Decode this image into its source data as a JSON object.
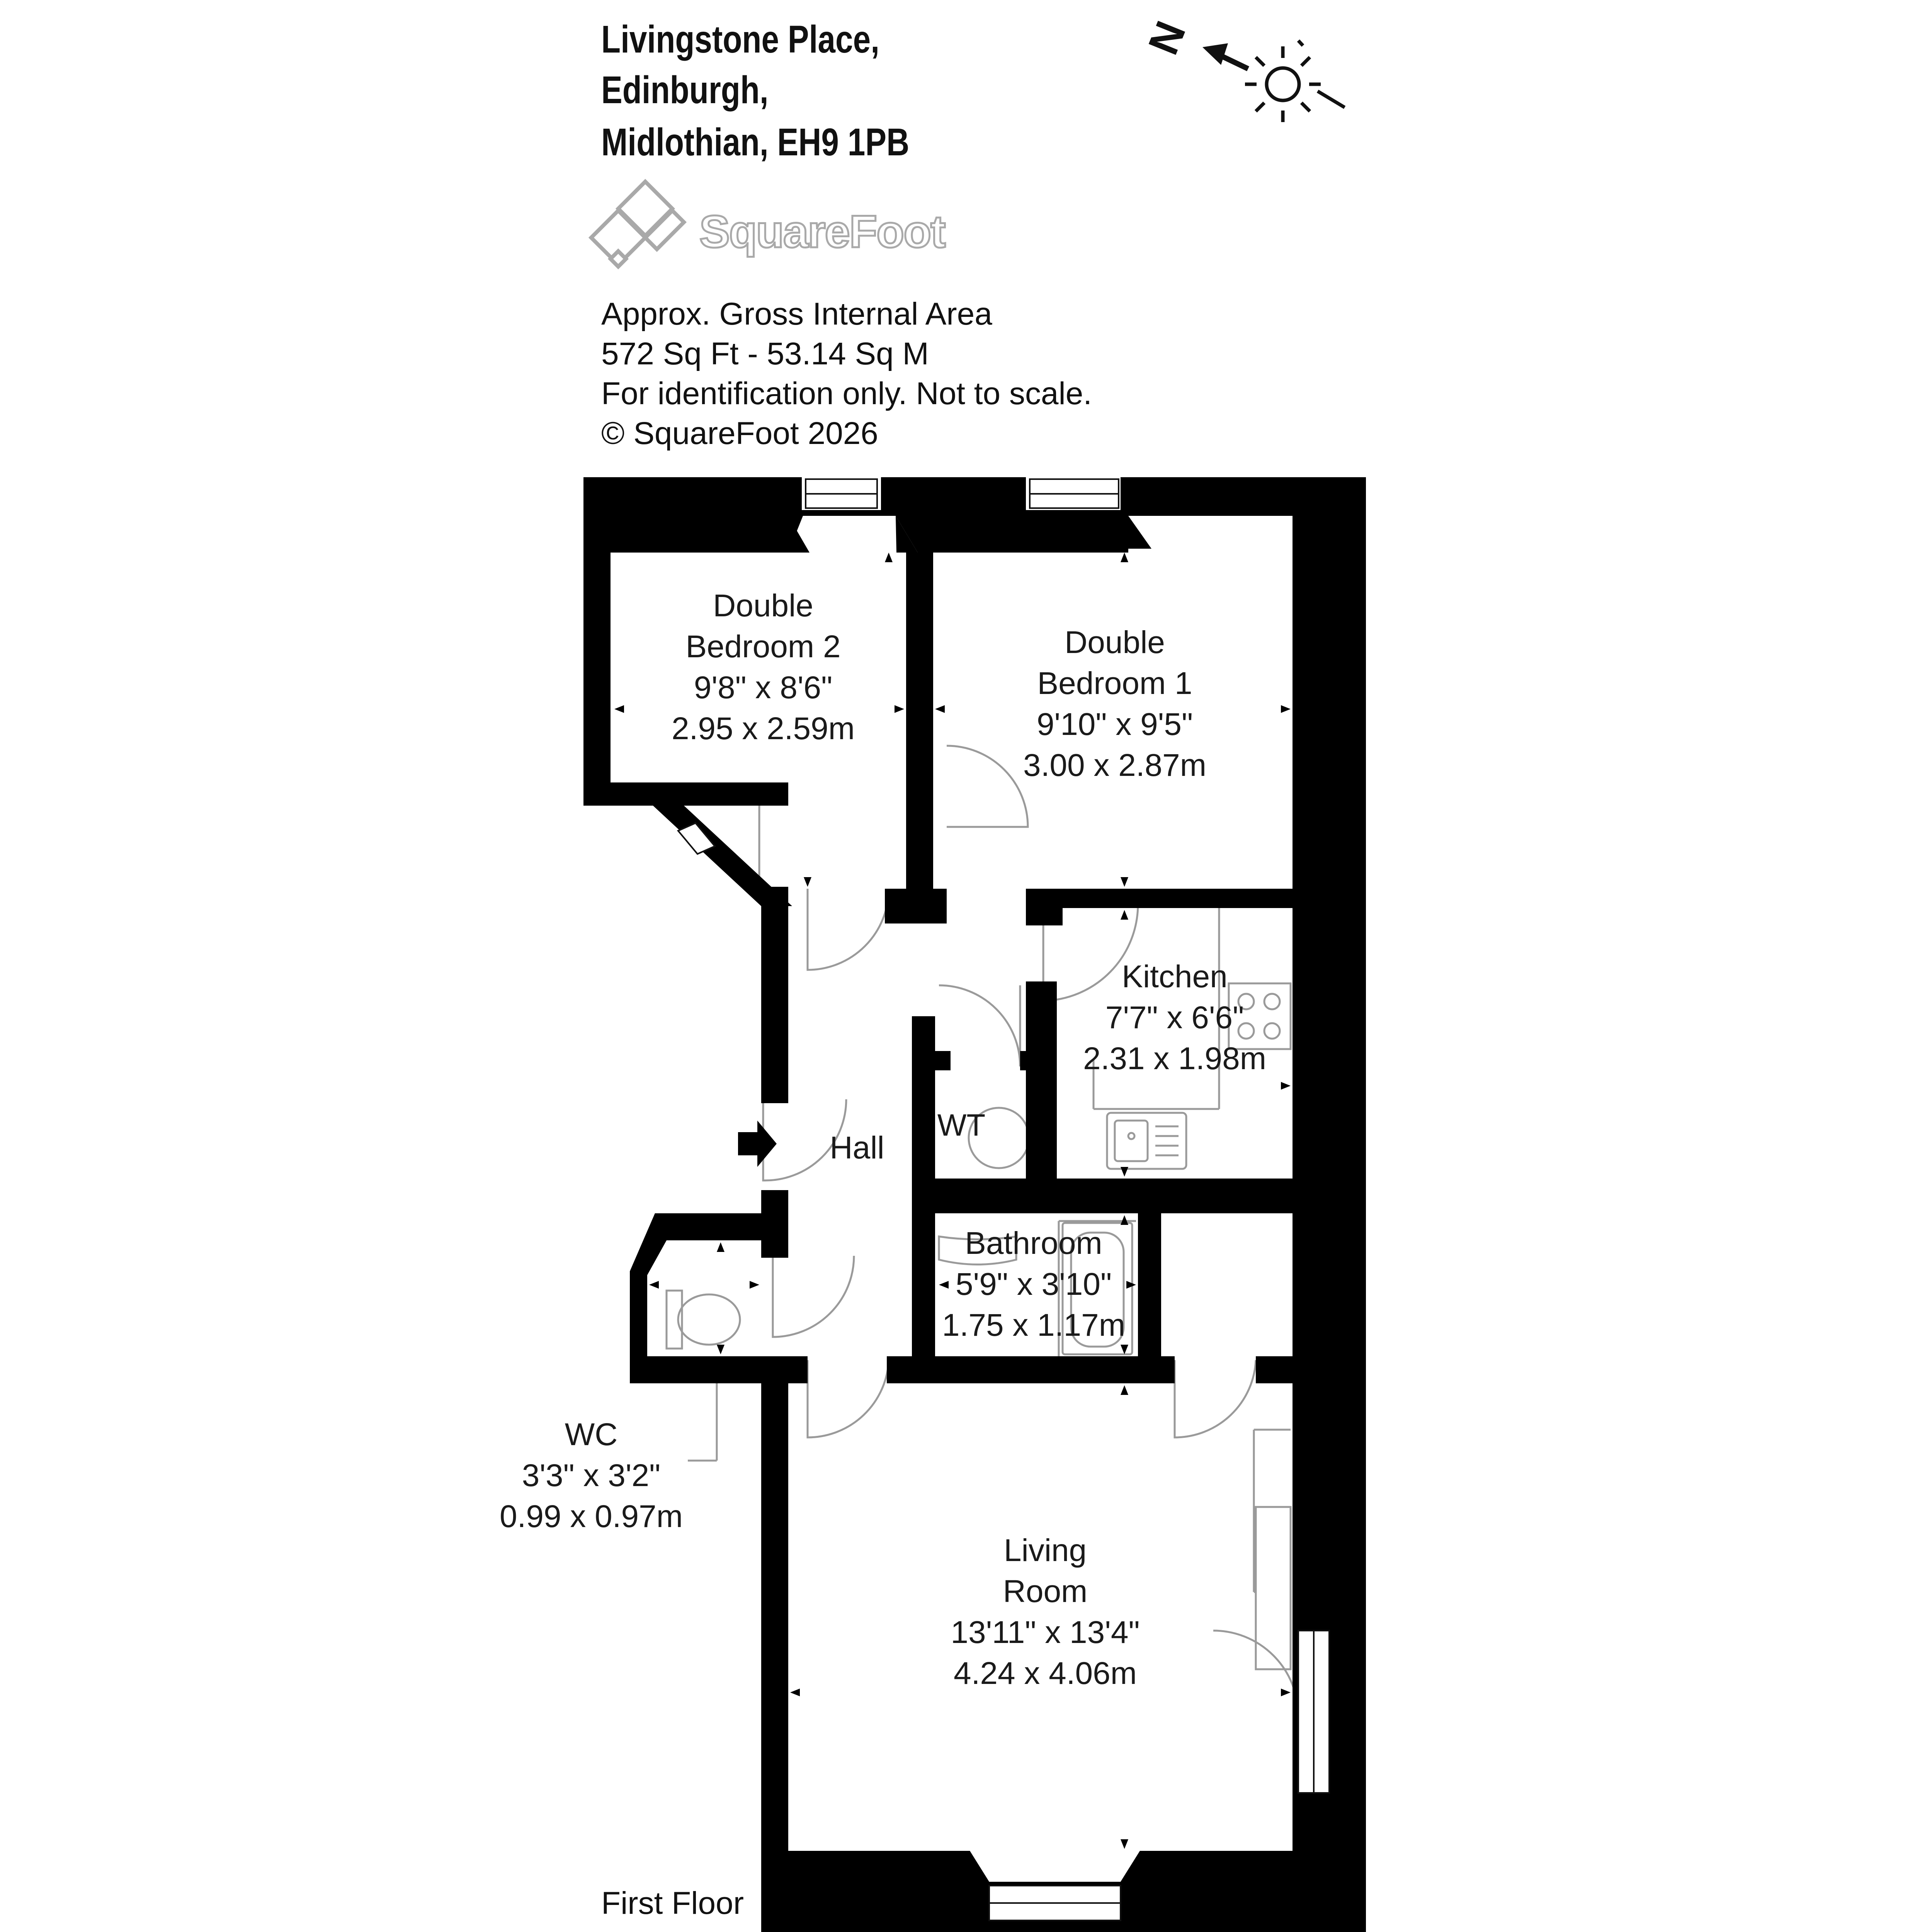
{
  "address": {
    "line1": "Livingstone Place,",
    "line2": "Edinburgh,",
    "line3": "Midlothian, EH9 1PB"
  },
  "brand": {
    "name": "SquareFoot"
  },
  "area_info": {
    "line1": "Approx. Gross Internal Area",
    "line2": "572 Sq Ft  -  53.14 Sq M",
    "line3": "For identification only. Not to scale.",
    "line4": "© SquareFoot 2026"
  },
  "compass": {
    "letter": "N"
  },
  "rooms": {
    "bedroom2": {
      "name1": "Double",
      "name2": "Bedroom 2",
      "imperial": "9'8\" x 8'6\"",
      "metric": "2.95 x 2.59m"
    },
    "bedroom1": {
      "name1": "Double",
      "name2": "Bedroom 1",
      "imperial": "9'10\" x 9'5\"",
      "metric": "3.00 x 2.87m"
    },
    "kitchen": {
      "name": "Kitchen",
      "imperial": "7'7\" x 6'6\"",
      "metric": "2.31 x 1.98m"
    },
    "hall": {
      "name": "Hall"
    },
    "bathroom": {
      "name": "Bathroom",
      "imperial": "5'9\" x 3'10\"",
      "metric": "1.75 x 1.17m"
    },
    "wc": {
      "name": "WC",
      "imperial": "3'3\" x 3'2\"",
      "metric": "0.99 x 0.97m"
    },
    "living": {
      "name1": "Living",
      "name2": "Room",
      "imperial": "13'11\" x 13'4\"",
      "metric": "4.24 x 4.06m"
    }
  },
  "fixtures": {
    "water_tank": "WT"
  },
  "floor_label": "First Floor",
  "colors": {
    "wall": "#000000",
    "line": "#9a9a9a",
    "logo": "#a9a9a9",
    "text": "#1a1a1a"
  }
}
